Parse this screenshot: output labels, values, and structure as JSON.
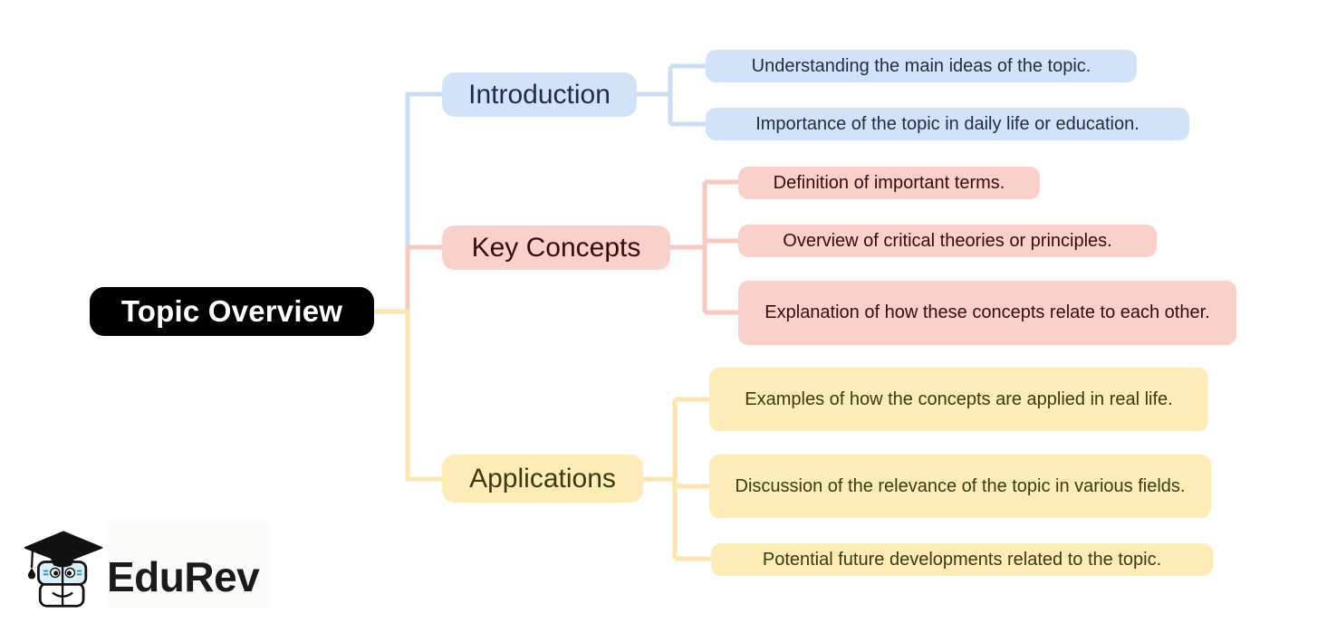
{
  "page": {
    "background": "#ffffff",
    "type": "mind-map"
  },
  "mindmap": {
    "root": {
      "label": "Topic Overview",
      "bg_color": "#000000",
      "text_color": "#ffffff"
    },
    "branches": [
      {
        "label": "Introduction",
        "fill_color": "#d2e3f9",
        "line_color": "#ccdcf4",
        "text_color": "#1d2c4d",
        "children": [
          "Understanding the main ideas of the topic.",
          "Importance of the topic in daily life or education."
        ]
      },
      {
        "label": "Key Concepts",
        "fill_color": "#f9d1ca",
        "line_color": "#f5cac3",
        "text_color": "#330e07",
        "children": [
          "Definition of important terms.",
          "Overview of critical theories or principles.",
          "Explanation of how these concepts relate to each other."
        ]
      },
      {
        "label": "Applications",
        "fill_color": "#fdecb8",
        "line_color": "#fbe7ae",
        "text_color": "#3d380f",
        "children": [
          "Examples of how the concepts are applied in real life.",
          "Discussion of the relevance of the topic in various fields.",
          "Potential future developments related to the topic."
        ]
      }
    ]
  },
  "branding": {
    "logo_text": "EduRev",
    "logo_icon": "graduation-cap-books-mascot"
  }
}
